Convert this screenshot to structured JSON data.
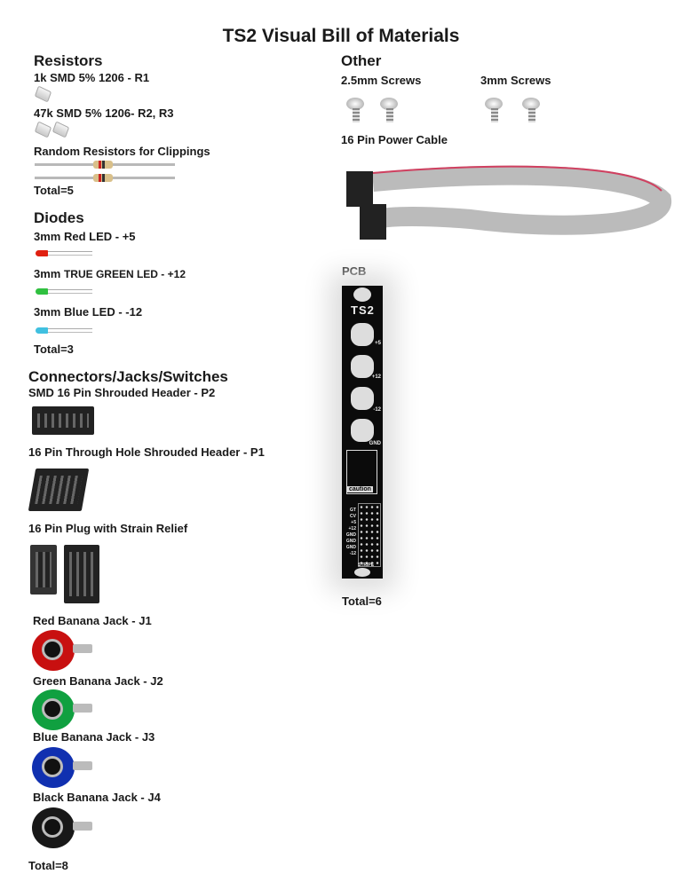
{
  "title": "TS2 Visual Bill of Materials",
  "resistors": {
    "heading": "Resistors",
    "r1": "1k SMD 5% 1206 - R1",
    "r23": "47k SMD 5% 1206- R2, R3",
    "random": "Random Resistors for Clippings",
    "total": "Total=5"
  },
  "diodes": {
    "heading": "Diodes",
    "red_prefix": "3mm ",
    "red": "Red LED - +5",
    "green_prefix": "3mm ",
    "green": "TRUE GREEN LED - +12",
    "blue": "3mm Blue LED - -12",
    "total": "Total=3",
    "colors": {
      "red": "#e02010",
      "green": "#30c040",
      "blue": "#40c0e0"
    }
  },
  "connectors": {
    "heading": "Connectors/Jacks/Switches",
    "p2": "SMD 16 Pin Shrouded Header - P2",
    "p1": "16 Pin Through Hole Shrouded Header - P1",
    "plug": "16 Pin Plug with Strain Relief",
    "j1": "Red Banana Jack - J1",
    "j2": "Green Banana Jack - J2",
    "j3": "Blue Banana Jack - J3",
    "j4": "Black Banana Jack - J4",
    "total": "Total=8",
    "colors": {
      "j1": "#c81010",
      "j2": "#10a040",
      "j3": "#1030b0",
      "j4": "#181818"
    }
  },
  "other": {
    "heading": "Other",
    "screws25": "2.5mm Screws",
    "screws3": "3mm Screws",
    "cable": "16 Pin Power Cable",
    "pcb": "PCB",
    "total": "Total=6"
  },
  "pcb_labels": {
    "logo": "TS2",
    "p5": "+5",
    "p12": "+12",
    "m12": "-12",
    "gnd": "GND",
    "caution": "caution",
    "pins": [
      "GT",
      "CV",
      "+5",
      "+12",
      "GND",
      "GND",
      "GND",
      "-12"
    ],
    "stripe": "STRIPE"
  }
}
